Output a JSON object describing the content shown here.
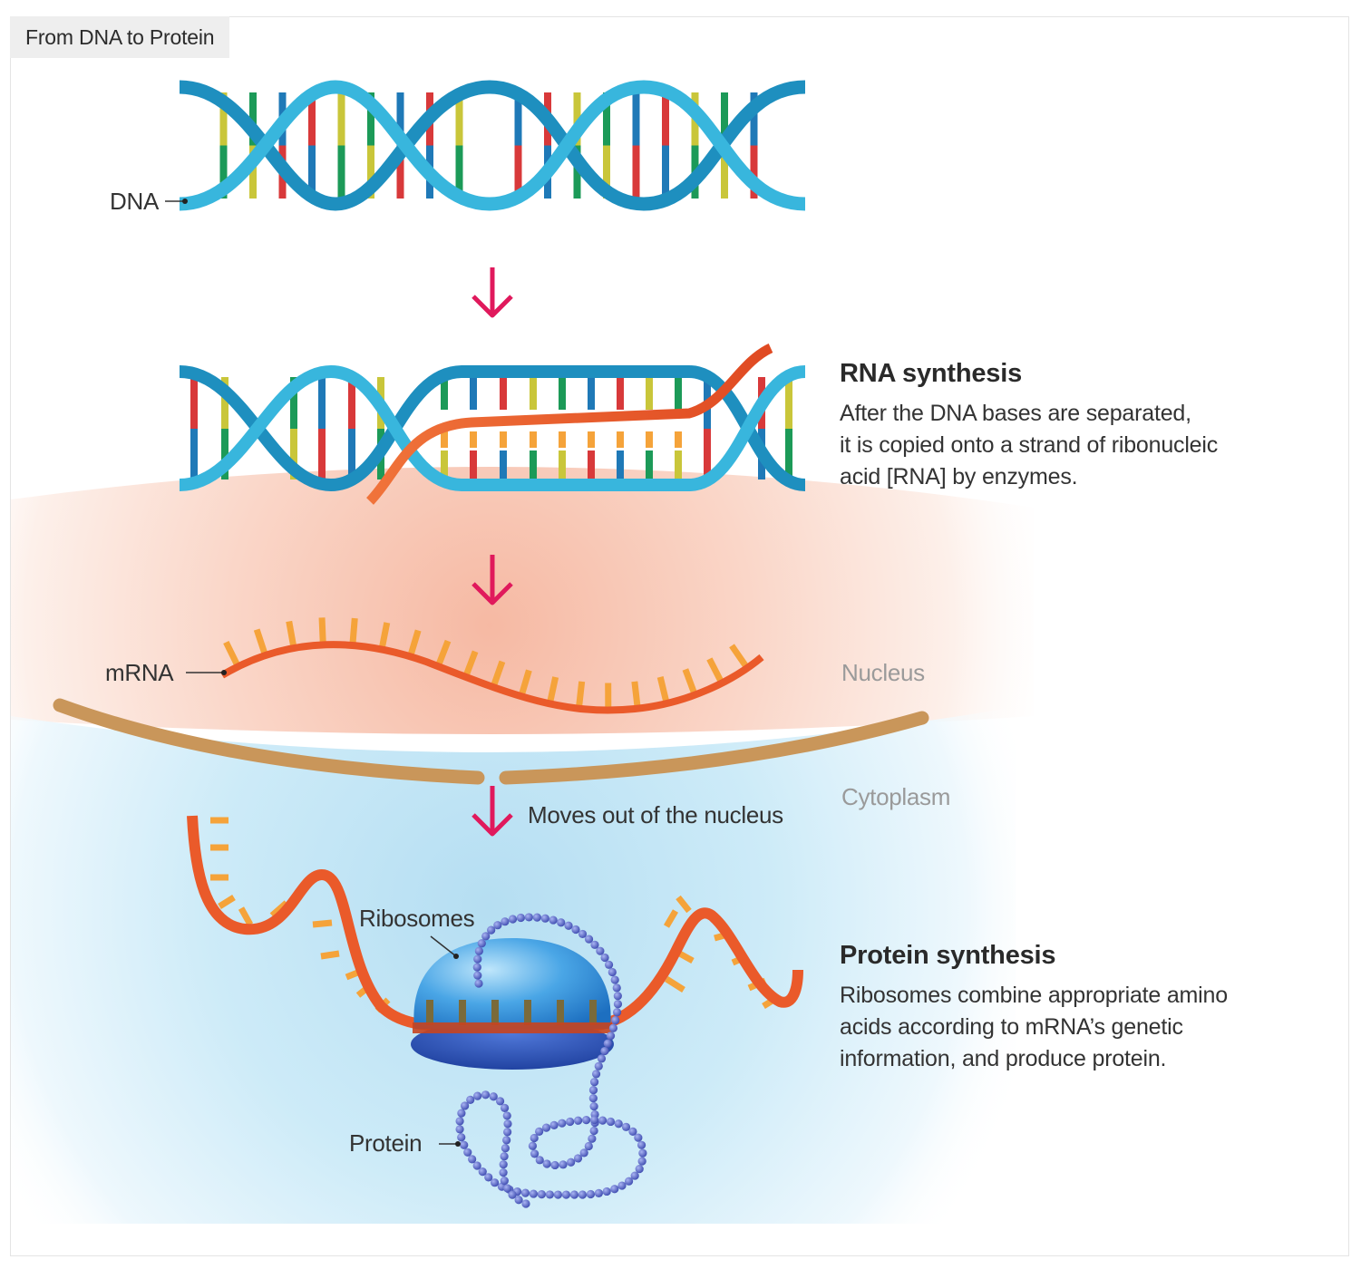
{
  "title": "From DNA to Protein",
  "labels": {
    "dna": "DNA",
    "mrna": "mRNA",
    "ribosomes": "Ribosomes",
    "protein": "Protein",
    "nucleus": "Nucleus",
    "cytoplasm": "Cytoplasm",
    "moves_out": "Moves out of the nucleus"
  },
  "steps": {
    "rna": {
      "heading": "RNA synthesis",
      "lines": [
        "After the DNA bases are separated,",
        "it is copied onto a strand of ribonucleic",
        "acid [RNA] by enzymes."
      ]
    },
    "protein": {
      "heading": "Protein synthesis",
      "lines": [
        "Ribosomes combine appropriate amino",
        "acids according to mRNA’s genetic",
        "information, and produce protein."
      ]
    }
  },
  "colors": {
    "dna_strand": "#2aa6cf",
    "rna_strand": "#ea5a2a",
    "base_red": "#d8393a",
    "base_blue": "#1f79b7",
    "base_green": "#1c9a58",
    "base_yellow": "#c9c63a",
    "rna_base": "#f5a33a",
    "arrow": "#e0195c",
    "membrane": "#c9965a",
    "nucleus_tint": "#f7c8b6",
    "cytoplasm_tint": "#bfe3f3",
    "ribosome": "#3f9ee0",
    "amino_acid": "#5460c0"
  }
}
